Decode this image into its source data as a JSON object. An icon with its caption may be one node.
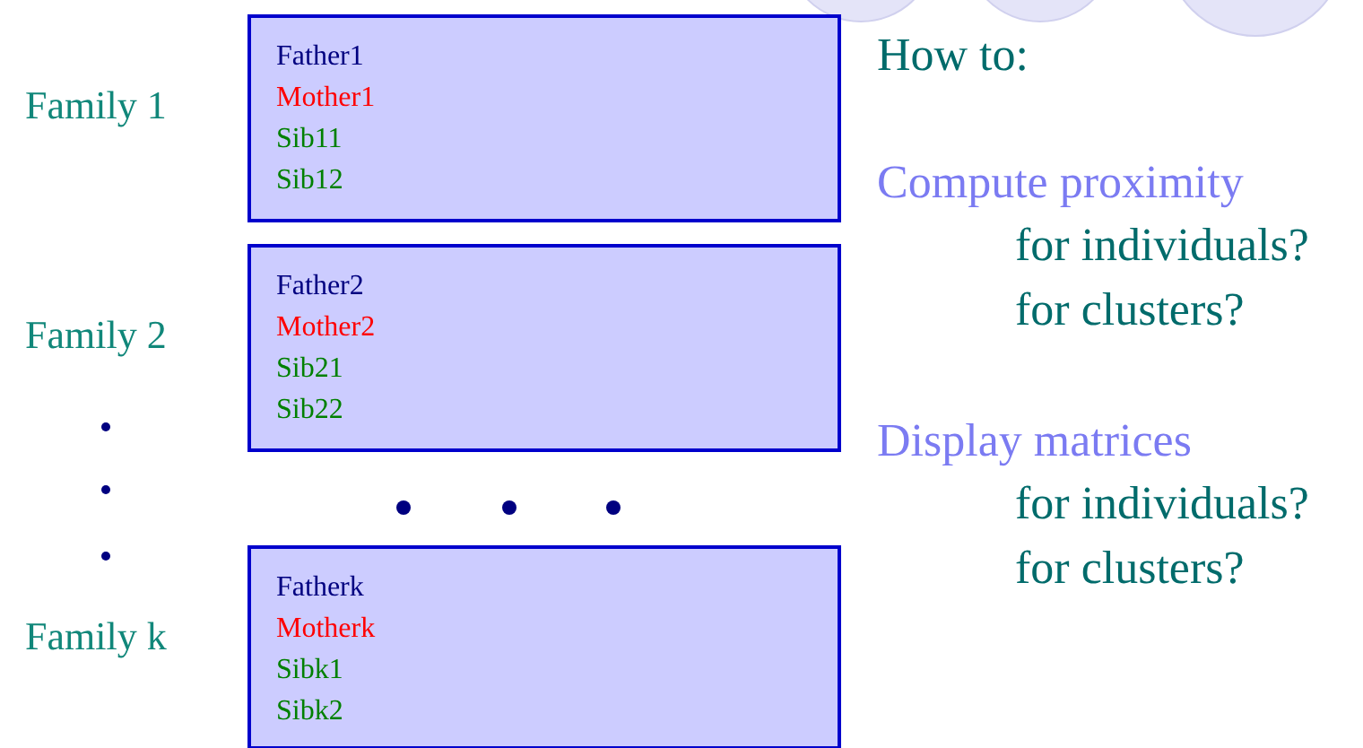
{
  "diagram": {
    "nodes": [
      {
        "text": [
          "Father1",
          "Mother1",
          "Sib11",
          "Sib12"
        ],
        "beside": [
          "Family 1"
        ]
      },
      {
        "text": [
          "Father2",
          "Mother2",
          "Sib21",
          "Sib22"
        ],
        "beside": [
          "Family 2"
        ]
      },
      {
        "text": [
          "Fatherk",
          "Motherk",
          "Sibk1",
          "Sibk2"
        ],
        "beside": [
          "Family k"
        ]
      }
    ],
    "labels": [
      "How to:",
      "Compute proximity",
      "for individuals?",
      "for clusters?",
      "Display matrices",
      "for individuals?",
      "for clusters?"
    ]
  }
}
